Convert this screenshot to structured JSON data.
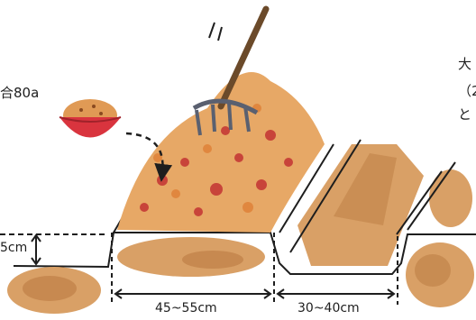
{
  "labels": {
    "fertilizer_amount": "合80a",
    "note_line1": "大",
    "note_line2": "（2",
    "note_line3": "と",
    "depth": "5cm",
    "ridge_width": "45~55cm",
    "furrow_width": "30~40cm"
  },
  "colors": {
    "soil": "#d9a066",
    "soil_dark": "#b8773e",
    "compost_red": "#c8443a",
    "compost_orange": "#e0873f",
    "bowl_red": "#d9343e",
    "line": "#1e1e1e"
  },
  "icons": [
    "rake-icon",
    "fertilizer-bowl-icon",
    "dashed-arrow-icon"
  ]
}
